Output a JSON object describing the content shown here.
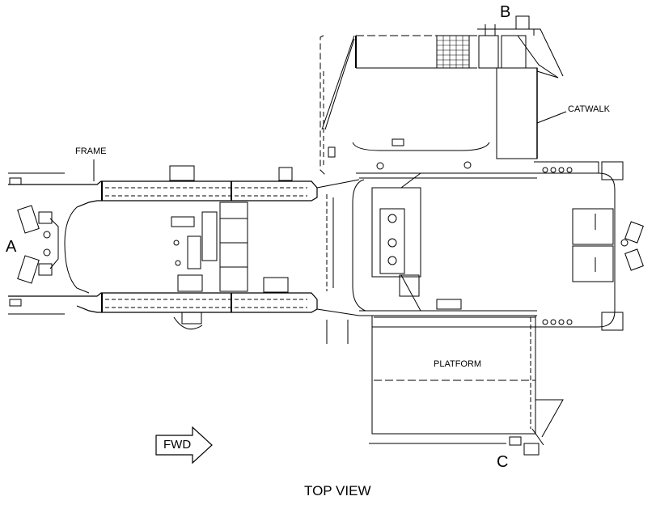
{
  "labels": {
    "a": "A",
    "b": "B",
    "c": "C",
    "frame": "FRAME",
    "catwalk": "CATWALK",
    "platform": "PLATFORM",
    "fwd": "FWD",
    "view_title": "TOP VIEW"
  },
  "colors": {
    "line": "#000000",
    "background": "#ffffff"
  }
}
